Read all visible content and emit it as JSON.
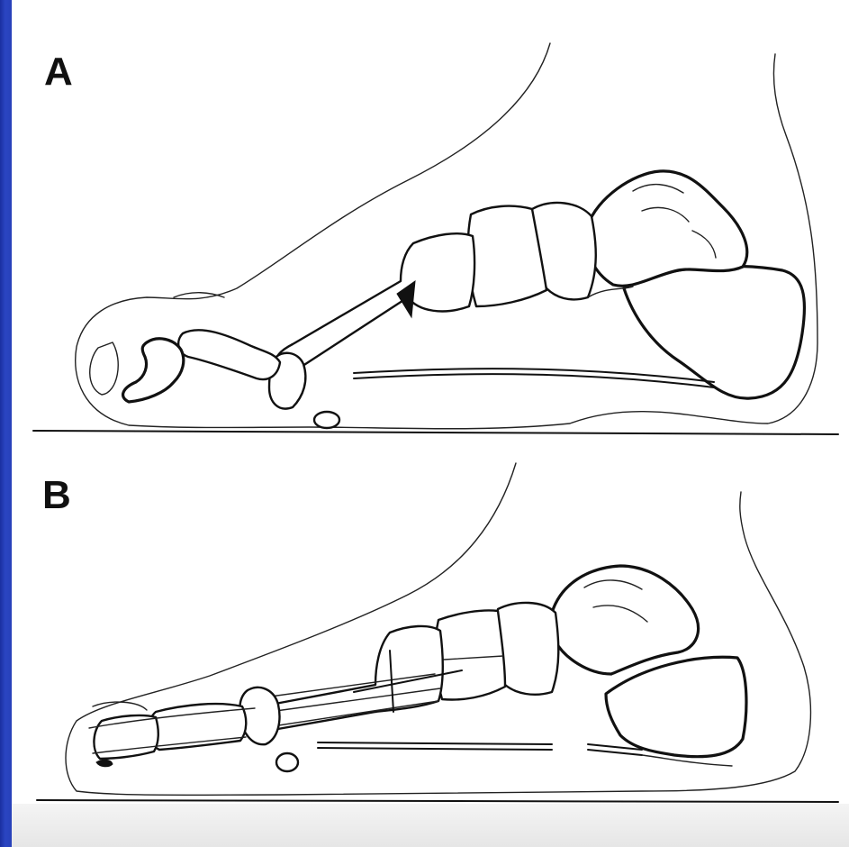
{
  "figure": {
    "panels": [
      {
        "id": "A",
        "label": "A"
      },
      {
        "id": "B",
        "label": "B"
      }
    ]
  },
  "colors": {
    "frame_blue": "#2740b8",
    "paper": "#ffffff",
    "ink": "#111111"
  }
}
